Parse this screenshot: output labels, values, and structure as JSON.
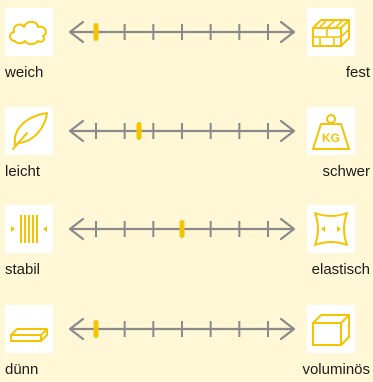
{
  "colors": {
    "accent": "#f5c400",
    "scale": "#8a8a8a",
    "background": "#fff7d6"
  },
  "rows": [
    {
      "left_label": "weich",
      "right_label": "fest",
      "left_icon": "cloud-icon",
      "right_icon": "brick-icon",
      "value": 0
    },
    {
      "left_label": "leicht",
      "right_label": "schwer",
      "left_icon": "feather-icon",
      "right_icon": "weight-kg-icon",
      "value": 0.25
    },
    {
      "left_label": "stabil",
      "right_label": "elastisch",
      "left_icon": "compressed-lines-icon",
      "right_icon": "stretch-icon",
      "value": 0.5
    },
    {
      "left_label": "dünn",
      "right_label": "voluminös",
      "left_icon": "thin-slab-icon",
      "right_icon": "box-icon",
      "value": 0
    }
  ],
  "icons": {
    "kg_text": "KG"
  }
}
